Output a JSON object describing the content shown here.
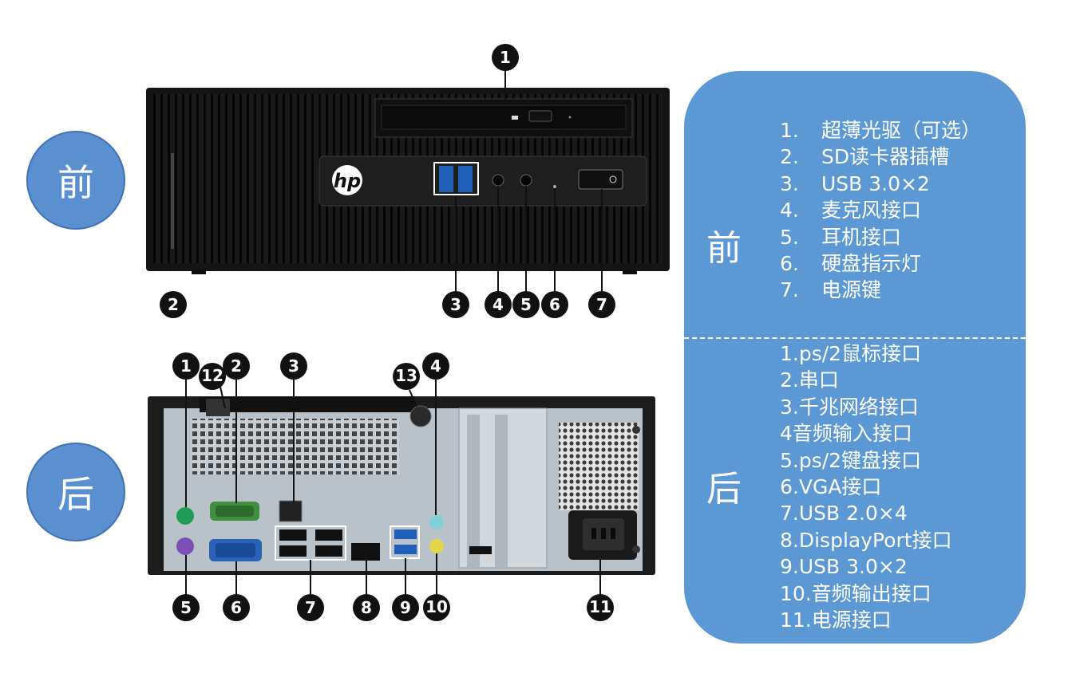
{
  "side_labels": {
    "front": "前",
    "back": "后"
  },
  "panel": {
    "front_heading": "前",
    "back_heading": "后",
    "front_items": [
      {
        "num": "1.",
        "label": "超薄光驱（可选）"
      },
      {
        "num": "2.",
        "label": "SD读卡器插槽"
      },
      {
        "num": "3.",
        "label": "USB 3.0×2"
      },
      {
        "num": "4.",
        "label": "麦克风接口"
      },
      {
        "num": "5.",
        "label": "耳机接口"
      },
      {
        "num": "6.",
        "label": "硬盘指示灯"
      },
      {
        "num": "7.",
        "label": "电源键"
      }
    ],
    "back_items": [
      "1.ps/2鼠标接口",
      "2.串口",
      "3.千兆网络接口",
      "4音频输入接口",
      "5.ps/2键盘接口",
      "6.VGA接口",
      "7.USB 2.0×4",
      "8.DisplayPort接口",
      "9.USB 3.0×2",
      "10.音频输出接口",
      "11.电源接口"
    ]
  },
  "front_callouts": [
    "1",
    "2",
    "3",
    "4",
    "5",
    "6",
    "7"
  ],
  "back_callouts": [
    "1",
    "2",
    "3",
    "4",
    "5",
    "6",
    "7",
    "8",
    "9",
    "10",
    "11",
    "12",
    "13"
  ],
  "brand_logo": "hp",
  "colors": {
    "circle": "#5a8fd0",
    "panel": "#5c98d4",
    "callout": "#111111"
  }
}
